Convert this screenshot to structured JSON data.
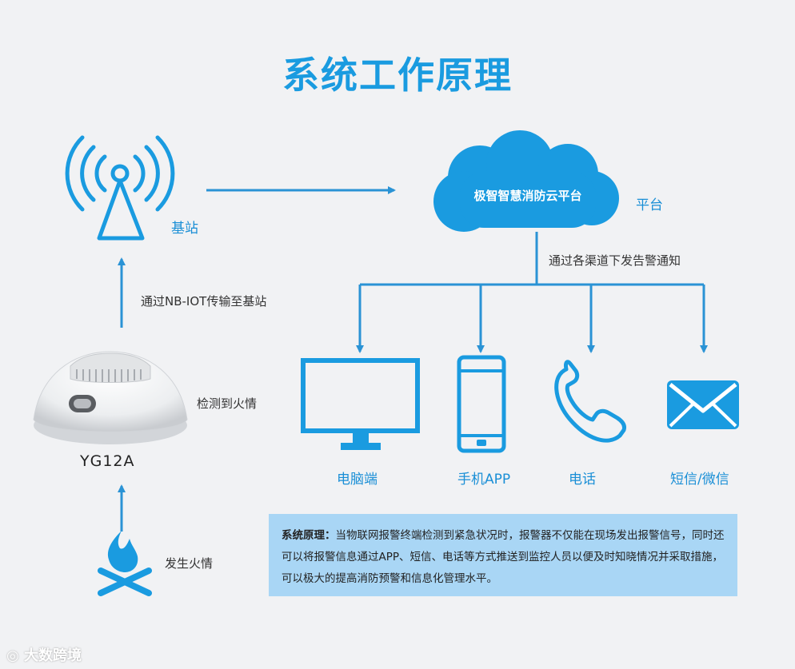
{
  "title": "系统工作原理",
  "base_station": {
    "label": "基站",
    "icon": "cell-tower-icon"
  },
  "cloud": {
    "text": "极智智慧消防云平台",
    "side_label": "平台",
    "icon": "cloud-icon"
  },
  "arrows": {
    "nbiot": "通过NB-IOT传输至基站",
    "notify": "通过各渠道下发告警通知",
    "detect": "检测到火情"
  },
  "device": {
    "name": "YG12A",
    "icon": "smoke-detector-icon"
  },
  "fire": {
    "label": "发生火情",
    "icon": "campfire-icon"
  },
  "channels": [
    {
      "label": "电脑端",
      "icon": "monitor-icon"
    },
    {
      "label": "手机APP",
      "icon": "smartphone-icon"
    },
    {
      "label": "电话",
      "icon": "phone-icon"
    },
    {
      "label": "短信/微信",
      "icon": "envelope-icon"
    }
  ],
  "description": {
    "heading": "系统原理：",
    "body": "当物联网报警终端检测到紧急状况时，报警器不仅能在现场发出报警信号，同时还可以将报警信息通过APP、短信、电话等方式推送到监控人员以便及时知晓情况并采取措施，可以极大的提高消防预警和信息化管理水平。"
  },
  "watermark": "大数跨境",
  "colors": {
    "accent": "#1a9be0",
    "line": "#2a93d5",
    "box": "#a9d6f5",
    "background": "#f1f2f4"
  }
}
